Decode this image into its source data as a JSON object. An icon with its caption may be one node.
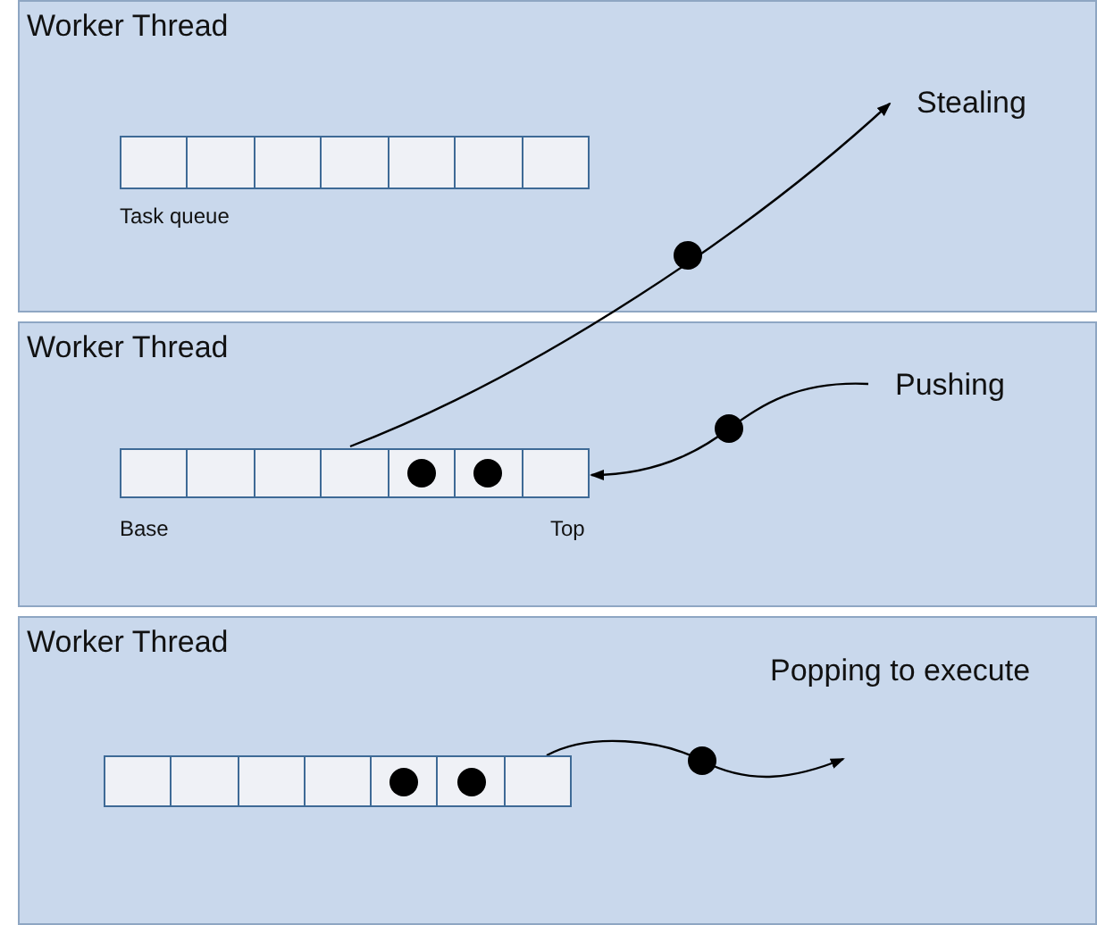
{
  "diagram": {
    "nodes": [
      {
        "text": [
          "Worker Thread"
        ]
      },
      {
        "text": [],
        "shape": "box",
        "in": 0,
        "beside": [
          "Task queue"
        ]
      },
      {
        "text": [
          "Stealing"
        ],
        "in": 0
      },
      {
        "text": [
          "Worker Thread"
        ]
      },
      {
        "text": [],
        "shape": "box",
        "in": 3,
        "beside": [
          "Base",
          "Top"
        ]
      },
      {
        "text": [
          "Pushing"
        ],
        "in": 3
      },
      {
        "text": [
          "Worker Thread"
        ]
      },
      {
        "text": [],
        "shape": "box",
        "in": 6
      },
      {
        "text": [
          "Popping to execute"
        ],
        "in": 6
      }
    ],
    "edges": [
      {
        "from": 4,
        "to": 2,
        "arrow": "to"
      },
      {
        "from": 5,
        "to": 4,
        "arrow": "to"
      },
      {
        "from": 7,
        "to": 8,
        "arrow": "to"
      }
    ]
  }
}
